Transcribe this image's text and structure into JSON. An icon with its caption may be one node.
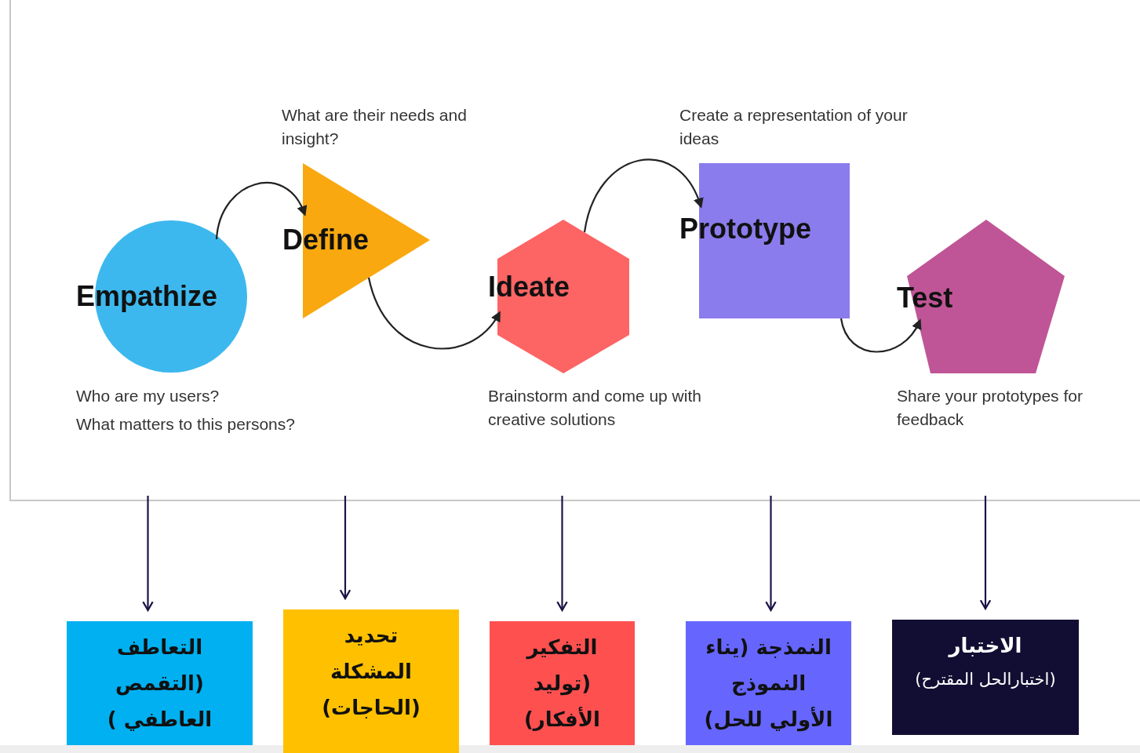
{
  "diagram": {
    "nodes": [
      {
        "text": [
          "Empathize"
        ],
        "beside": [
          "Who are my users?",
          "What matters to this persons?"
        ]
      },
      {
        "text": [
          "Define"
        ],
        "beside": [
          "What are their needs and insight?"
        ]
      },
      {
        "text": [
          "Ideate"
        ],
        "beside": [
          "Brainstorm and come up with creative solutions"
        ]
      },
      {
        "text": [
          "Prototype"
        ],
        "beside": [
          "Create a representation of your ideas"
        ]
      },
      {
        "text": [
          "Test"
        ],
        "beside": [
          "Share your prototypes for feedback"
        ]
      },
      {
        "text": [
          "التعاطف",
          "(التقمص العاطفي )"
        ]
      },
      {
        "text": [
          "تحديد المشكلة",
          "(الحاجات)"
        ]
      },
      {
        "text": [
          "التفكير",
          "(توليد الأفكار)"
        ]
      },
      {
        "text": [
          "النمذجة (يناء النموذج الأولي للحل)"
        ]
      },
      {
        "text": [
          "الاختبار",
          "(اختبارالحل المقترح)"
        ]
      }
    ],
    "edges": [
      {
        "from": 0,
        "to": 1,
        "arrow": "to"
      },
      {
        "from": 1,
        "to": 2,
        "arrow": "to"
      },
      {
        "from": 2,
        "to": 3,
        "arrow": "to"
      },
      {
        "from": 3,
        "to": 4,
        "arrow": "to"
      },
      {
        "from": null,
        "to": 5,
        "arrow": "to",
        "color": "#1a1446"
      },
      {
        "from": null,
        "to": 6,
        "arrow": "to",
        "color": "#1a1446"
      },
      {
        "from": null,
        "to": 7,
        "arrow": "to",
        "color": "#1a1446"
      },
      {
        "from": null,
        "to": 8,
        "arrow": "to",
        "color": "#1a1446"
      },
      {
        "from": null,
        "to": 9,
        "arrow": "to",
        "color": "#1a1446"
      }
    ]
  }
}
